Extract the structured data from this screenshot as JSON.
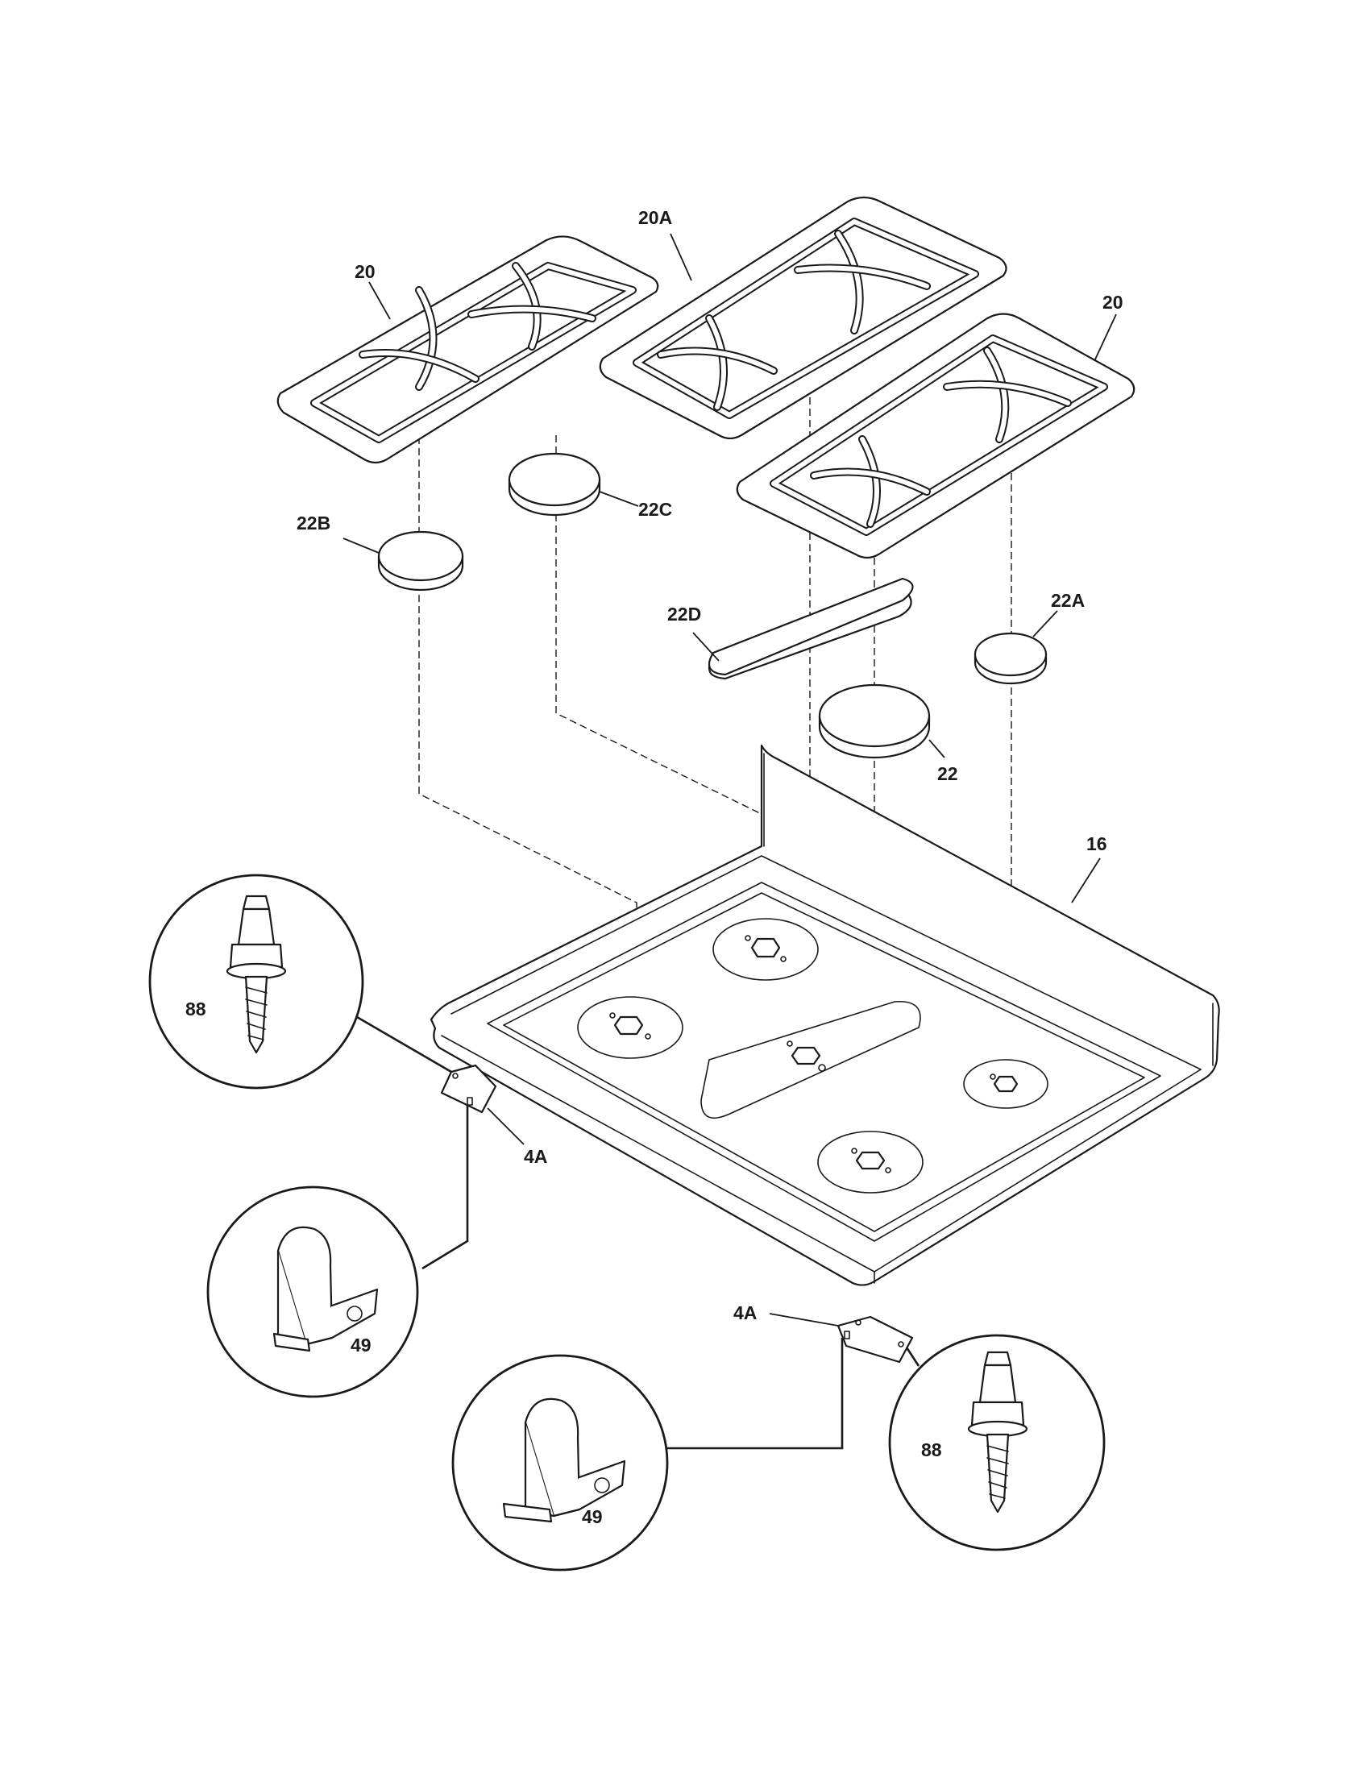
{
  "labels": {
    "grate_left": "20",
    "grate_center": "20A",
    "grate_right": "20",
    "cap_22b": "22B",
    "cap_22c": "22C",
    "cap_22d": "22D",
    "cap_22a": "22A",
    "cap_22": "22",
    "cooktop": "16",
    "screw_left": "88",
    "bracket_left": "4A",
    "clip_left": "49",
    "bracket_right": "4A",
    "clip_right": "49",
    "screw_right": "88"
  }
}
